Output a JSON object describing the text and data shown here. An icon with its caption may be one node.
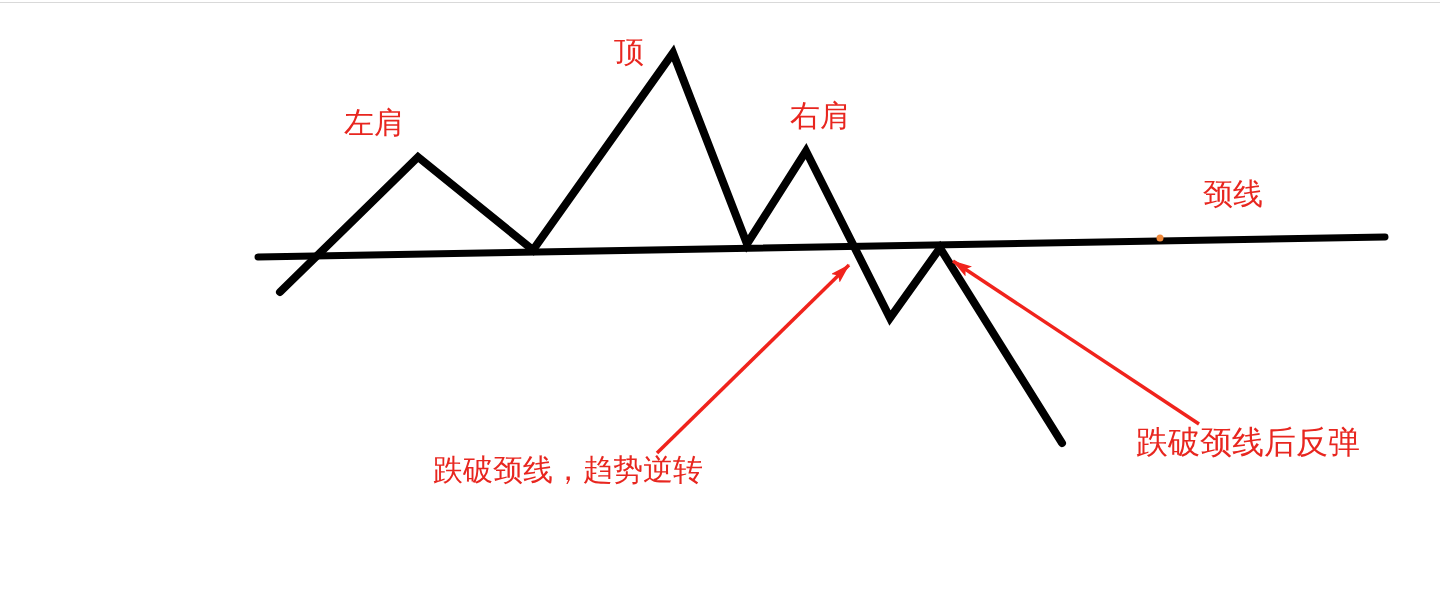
{
  "diagram": {
    "nodes": [
      {
        "text": [
          "跌破颈线，趋势逆转"
        ]
      },
      {
        "text": [
          "跌破颈线后反弹"
        ]
      }
    ],
    "edges": [
      {
        "from": 0,
        "to": null,
        "arrow": "to"
      },
      {
        "from": 1,
        "to": null,
        "arrow": "to"
      }
    ],
    "labels": [
      "左肩",
      "顶",
      "右肩",
      "颈线"
    ]
  }
}
